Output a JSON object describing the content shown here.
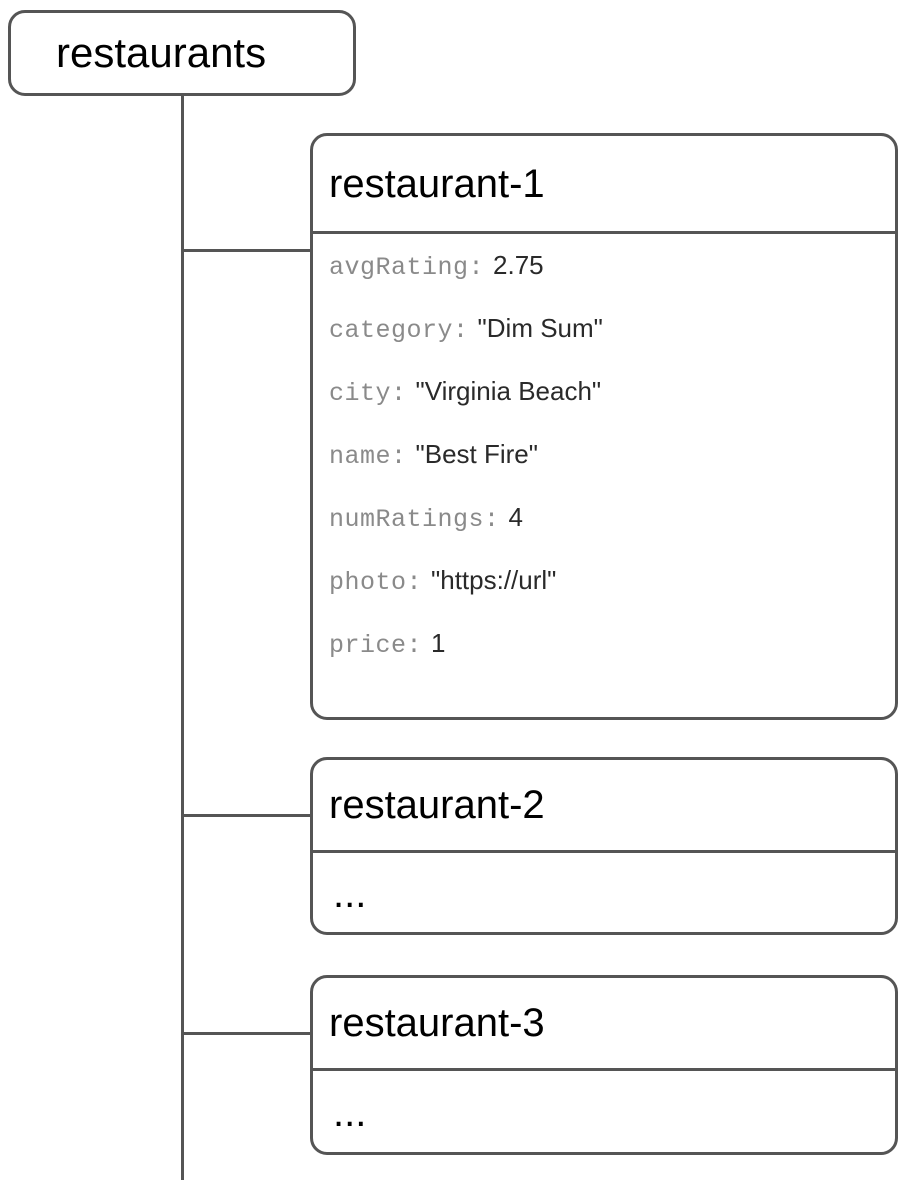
{
  "diagram": {
    "root": {
      "label": "restaurants"
    },
    "collections": [
      {
        "id": "restaurant-1",
        "title": "restaurant-1",
        "expanded": true,
        "fields": [
          {
            "key": "avgRating:",
            "value": "2.75"
          },
          {
            "key": "category:",
            "value": "\"Dim Sum\""
          },
          {
            "key": "city:",
            "value": "\"Virginia Beach\""
          },
          {
            "key": "name:",
            "value": "\"Best Fire\""
          },
          {
            "key": "numRatings:",
            "value": "4"
          },
          {
            "key": "photo:",
            "value": "\"https://url\""
          },
          {
            "key": "price:",
            "value": "1"
          }
        ]
      },
      {
        "id": "restaurant-2",
        "title": "restaurant-2",
        "expanded": false,
        "placeholder": "..."
      },
      {
        "id": "restaurant-3",
        "title": "restaurant-3",
        "expanded": false,
        "placeholder": "..."
      }
    ],
    "colors": {
      "stroke": "#555555",
      "key_text": "#8a8a8a",
      "value_text": "#2a2a2a",
      "title_text": "#000000",
      "background": "#ffffff"
    }
  }
}
